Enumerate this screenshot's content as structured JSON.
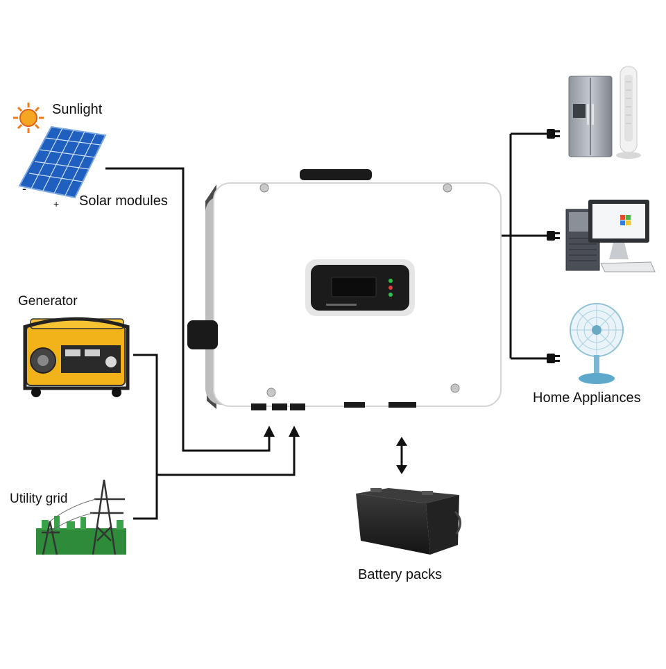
{
  "labels": {
    "sunlight": "Sunlight",
    "solar_modules": "Solar modules",
    "panel_minus": "-",
    "panel_plus": "+",
    "generator": "Generator",
    "utility_grid": "Utility grid",
    "battery_packs": "Battery packs",
    "home_appliances": "Home Appliances"
  },
  "colors": {
    "line": "#111111",
    "panel_blue": "#1f5fbf",
    "generator_yellow": "#f2b21a",
    "grass_green": "#2e8b3a",
    "sun_orange": "#f07a14"
  },
  "icons": [
    "sun-icon",
    "solar-panel-icon",
    "generator-icon",
    "utility-grid-icon",
    "battery-icon",
    "refrigerator-icon",
    "tower-fan-icon",
    "computer-icon",
    "desk-fan-icon",
    "plug-icon",
    "inverter"
  ]
}
